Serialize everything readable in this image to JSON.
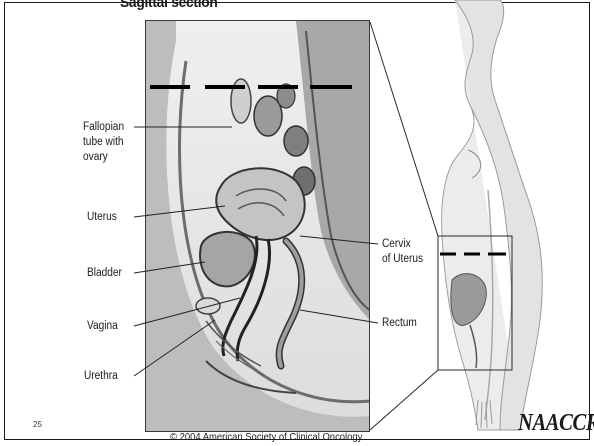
{
  "slide": {
    "title": "Sagittal section",
    "page_number": "25",
    "copyright": "© 2004 American Society of Clinical Oncology",
    "logo_text": "NAACCR"
  },
  "labels": {
    "fallopian": [
      "Fallopian",
      "tube with",
      "ovary"
    ],
    "uterus": "Uterus",
    "bladder": "Bladder",
    "vagina": "Vagina",
    "urethra": "Urethra",
    "cervix": [
      "Cervix",
      "of Uterus"
    ],
    "rectum": "Rectum"
  },
  "colors": {
    "line": "#2a2a2a",
    "dash": "#000000",
    "organ_dark": "#5a5a5a",
    "organ_light": "#d9d9d9"
  }
}
